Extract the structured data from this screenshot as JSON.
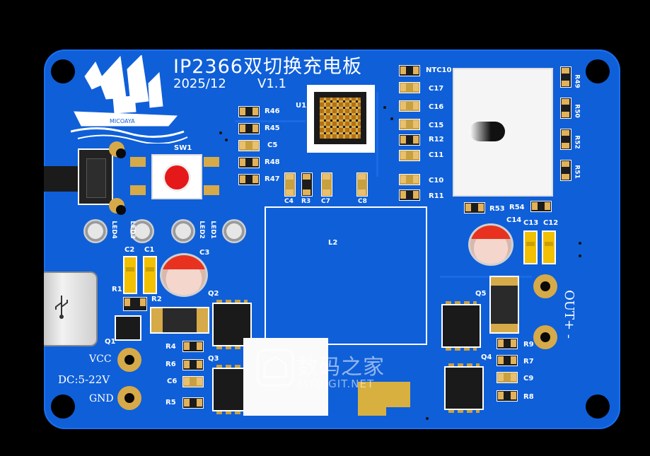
{
  "title": "IP2366双切换充电板",
  "date": "2025/12",
  "version": "V1.1",
  "logo_text": "MICOAYA",
  "labels": {
    "vcc": "VCC",
    "dc": "DC:5-22V",
    "gnd": "GND",
    "out": "OUT+ -",
    "sw1": "SW1",
    "u1": "U1",
    "l2": "L2",
    "q1": "Q1",
    "q2": "Q2",
    "q3": "Q3",
    "q4": "Q4",
    "q5": "Q5",
    "led4": "LED4",
    "led3": "LED3",
    "led2": "LED2",
    "led1": "LED1"
  },
  "components": {
    "r46": "R46",
    "r45": "R45",
    "c5": "C5",
    "r48": "R48",
    "r47": "R47",
    "c4": "C4",
    "r3": "R3",
    "c7": "C7",
    "c8": "C8",
    "ntc10": "NTC10",
    "c17": "C17",
    "c16": "C16",
    "c15": "C15",
    "r12": "R12",
    "c11": "C11",
    "c10": "C10",
    "r11": "R11",
    "r49": "R49",
    "r50": "R50",
    "r52": "R52",
    "r51": "R51",
    "r53": "R53",
    "r54": "R54",
    "c14": "C14",
    "c13": "C13",
    "c12": "C12",
    "c2": "C2",
    "c1": "C1",
    "c3": "C3",
    "r1": "R1",
    "r2": "R2",
    "r4": "R4",
    "r6": "R6",
    "c6": "C6",
    "r5": "R5",
    "r9": "R9",
    "r7": "R7",
    "c9": "C9",
    "r8": "R8"
  },
  "watermark": {
    "main": "数码之家",
    "sub": "MYDIGIT.NET"
  },
  "colors": {
    "board": "#0f5fd8",
    "silk": "#ffffff",
    "gold": "#d6aa48"
  }
}
